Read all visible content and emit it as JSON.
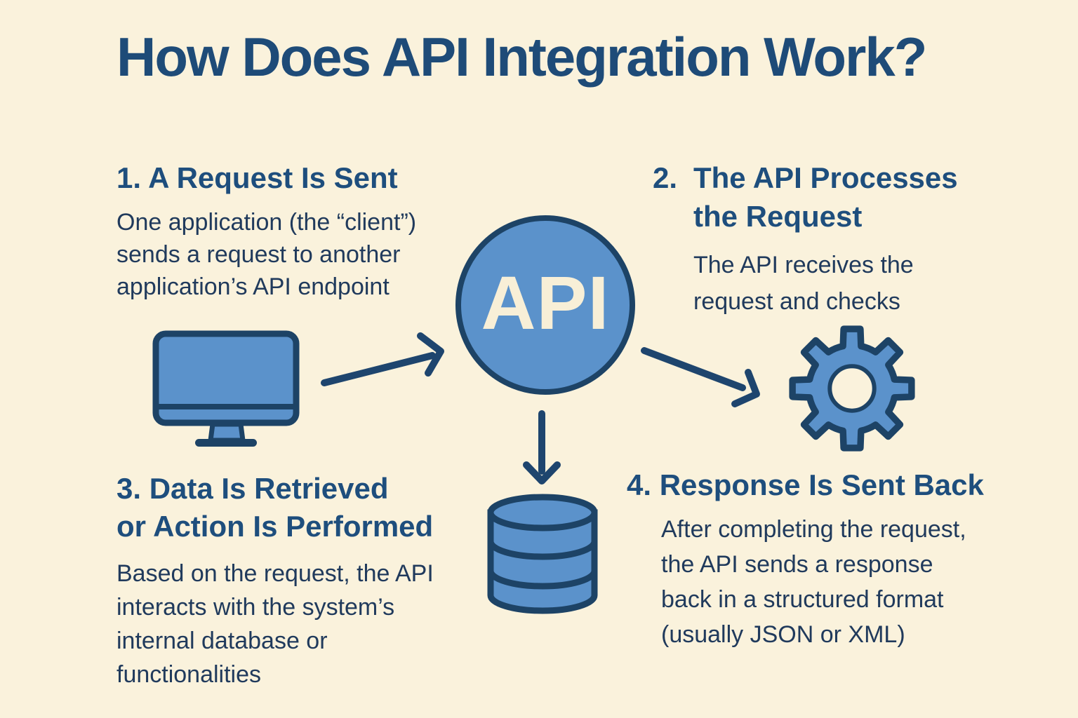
{
  "title": "How Does API Integration Work?",
  "center_label": "API",
  "colors": {
    "background": "#FAF2DC",
    "title_blue": "#1E4B78",
    "heading_blue": "#1E4E7D",
    "body_navy": "#203A5C",
    "icon_fill": "#5B92CB",
    "icon_stroke": "#1D4366",
    "arrow": "#1E456E",
    "api_text": "#F8EFD7"
  },
  "icons": [
    {
      "name": "monitor-icon",
      "meaning": "client application"
    },
    {
      "name": "api-circle",
      "meaning": "API"
    },
    {
      "name": "gear-icon",
      "meaning": "processing"
    },
    {
      "name": "database-icon",
      "meaning": "internal database"
    },
    {
      "name": "arrow-monitor-to-api"
    },
    {
      "name": "arrow-api-to-gear"
    },
    {
      "name": "arrow-api-to-database"
    }
  ],
  "steps": [
    {
      "number": "1.",
      "heading": "A Request Is Sent",
      "heading_lines": [
        "1. A Request Is Sent"
      ],
      "body": "One application (the “client”) sends a request to another application’s API endpoint",
      "body_lines": [
        "One application (the “client”)",
        "sends a request to another",
        "application’s API endpoint"
      ]
    },
    {
      "number": "2.",
      "heading": "The API Processes the Request",
      "heading_lines": [
        "The API Processes",
        "the Request"
      ],
      "body": "The API receives the request and checks",
      "body_lines": [
        "The API receives the",
        "request and checks"
      ]
    },
    {
      "number": "3.",
      "heading": "Data Is Retrieved or Action Is Performed",
      "heading_lines": [
        "3. Data Is Retrieved",
        "or Action Is Performed"
      ],
      "body": "Based on the request, the API interacts with the system’s internal database or functionalities",
      "body_lines": [
        "Based on the request, the API",
        "interacts with the system’s",
        "internal database or",
        "functionalities"
      ]
    },
    {
      "number": "4.",
      "heading": "Response Is Sent Back",
      "heading_lines": [
        "4. Response Is Sent Back"
      ],
      "body": "After completing the request, the API sends a response back in a structured format (usually JSON or XML)",
      "body_lines": [
        "After completing the request,",
        "the API sends a response",
        "back in a structured format",
        "(usually JSON or XML)"
      ]
    }
  ]
}
